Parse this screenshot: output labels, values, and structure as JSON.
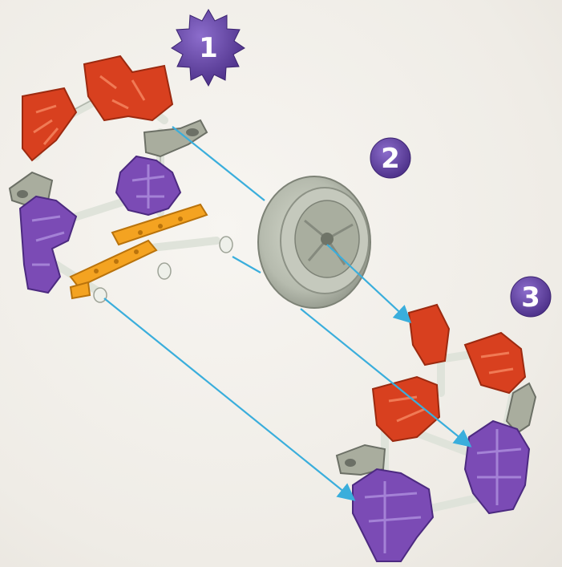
{
  "steps": [
    {
      "number": "1",
      "badge_shape": "starburst"
    },
    {
      "number": "2",
      "badge_shape": "circle"
    },
    {
      "number": "3",
      "badge_shape": "circle"
    }
  ],
  "colors": {
    "badge_purple": "#5b3f96",
    "badge_purple_light": "#8a6cc4",
    "connector_red": "#d8401f",
    "connector_purple": "#7b4bb5",
    "connector_gray": "#a9ad9e",
    "rod_white": "#e8ece4",
    "rod_orange": "#f4a321",
    "wheel_gray": "#bcc1b5",
    "arrow_blue": "#3aaedc"
  },
  "icons": {
    "step_badge_1": "starburst-badge",
    "step_badge_2": "circle-badge",
    "step_badge_3": "circle-badge",
    "wheel": "wheel-icon",
    "arrow": "arrow-icon"
  }
}
